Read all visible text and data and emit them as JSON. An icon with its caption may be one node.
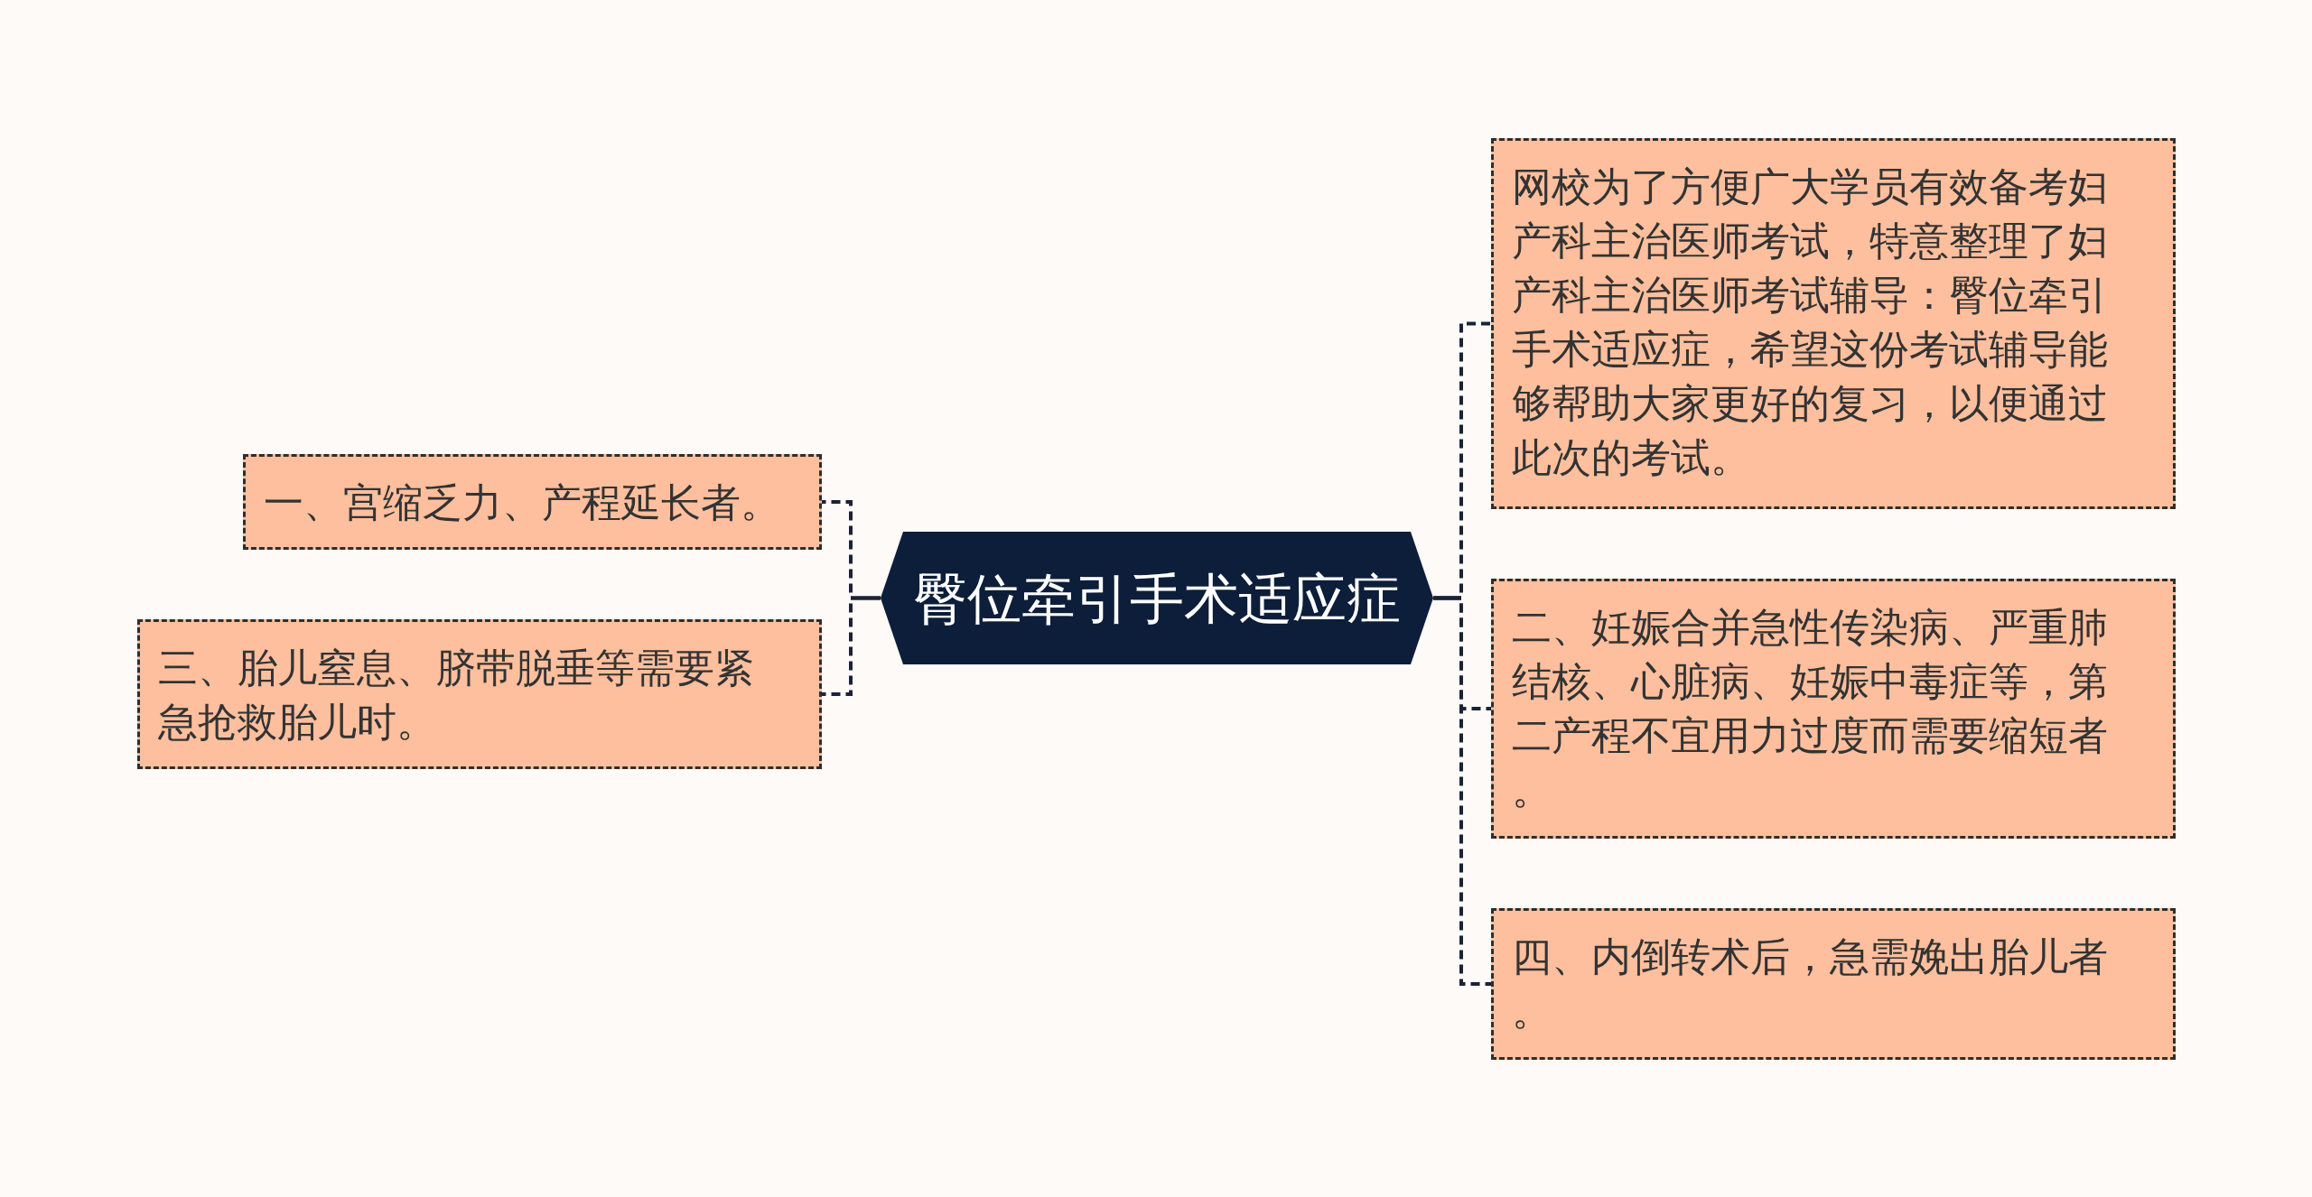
{
  "diagram": {
    "nodes": [
      {
        "text": [
          "臀位牵引手术适应症"
        ]
      },
      {
        "text": [
          "一、宫缩乏力、产程延长者。"
        ]
      },
      {
        "text": [
          "三、胎儿窒息、脐带脱垂等需要紧急抢救胎儿时。"
        ]
      },
      {
        "text": [
          "网校为了方便广大学员有效备考妇产科主治医师考试，特意整理了妇产科主治医师考试辅导：臀位牵引手术适应症，希望这份考试辅导能够帮助大家更好的复习，以便通过此次的考试。"
        ]
      },
      {
        "text": [
          "二、妊娠合并急性传染病、严重肺结核、心脏病、妊娠中毒症等，第二产程不宜用力过度而需要缩短者。"
        ]
      },
      {
        "text": [
          "四、内倒转术后，急需娩出胎儿者。"
        ]
      }
    ],
    "edges": [
      {
        "from": 0,
        "to": 1,
        "arrow": "none",
        "style": "dashed"
      },
      {
        "from": 0,
        "to": 2,
        "arrow": "none",
        "style": "dashed"
      },
      {
        "from": 0,
        "to": 3,
        "arrow": "none",
        "style": "dashed"
      },
      {
        "from": 0,
        "to": 4,
        "arrow": "none",
        "style": "dashed"
      },
      {
        "from": 0,
        "to": 5,
        "arrow": "none",
        "style": "dashed"
      }
    ]
  }
}
